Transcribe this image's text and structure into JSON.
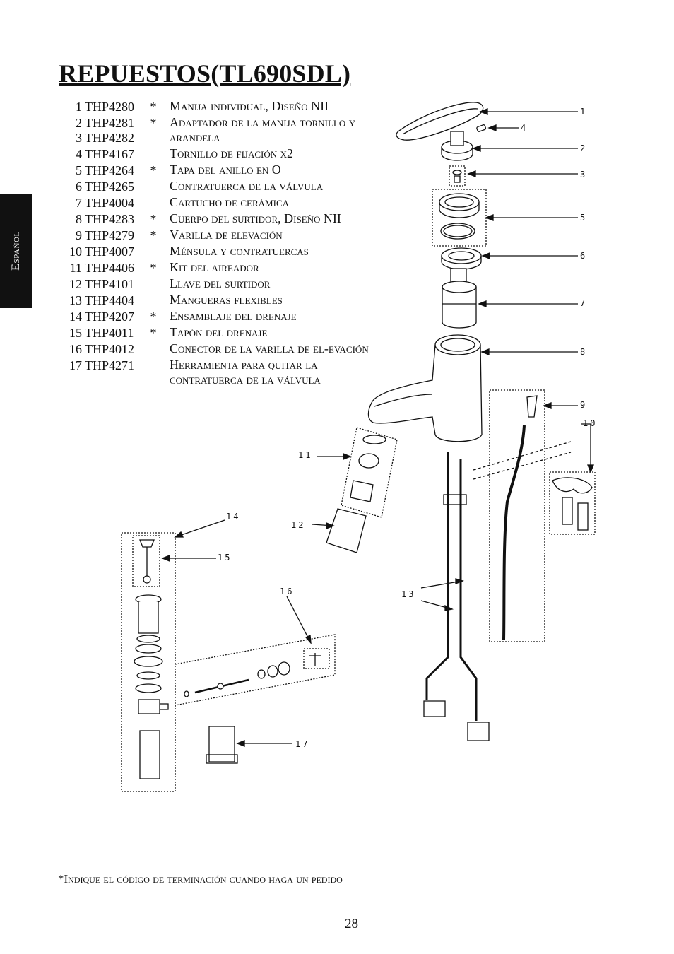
{
  "title": "REPUESTOS(TL690SDL)",
  "side_tab": "Español",
  "parts": [
    {
      "num": "1",
      "code": "THP4280",
      "star": "*",
      "desc": "Manija individual, Diseño NII"
    },
    {
      "num": "2",
      "code": "THP4281",
      "star": "*",
      "desc": "Adaptador de la manija tornillo y arandela"
    },
    {
      "num": "3",
      "code": "THP4282",
      "star": "",
      "desc": ""
    },
    {
      "num": "4",
      "code": "THP4167",
      "star": "",
      "desc": "Tornillo de fijación x2"
    },
    {
      "num": "5",
      "code": "THP4264",
      "star": "*",
      "desc": "Tapa del anillo en O"
    },
    {
      "num": "6",
      "code": "THP4265",
      "star": "",
      "desc": "Contratuerca de la válvula"
    },
    {
      "num": "7",
      "code": "THP4004",
      "star": "",
      "desc": "Cartucho de cerámica"
    },
    {
      "num": "8",
      "code": "THP4283",
      "star": "*",
      "desc": "Cuerpo del surtidor, Diseño NII"
    },
    {
      "num": "9",
      "code": "THP4279",
      "star": "*",
      "desc": "Varilla de elevación"
    },
    {
      "num": "10",
      "code": "THP4007",
      "star": "",
      "desc": "Ménsula y contratuercas"
    },
    {
      "num": "11",
      "code": "THP4406",
      "star": "*",
      "desc": "Kit del aireador"
    },
    {
      "num": "12",
      "code": "THP4101",
      "star": "",
      "desc": "Llave del surtidor"
    },
    {
      "num": "13",
      "code": "THP4404",
      "star": "",
      "desc": "Mangueras flexibles"
    },
    {
      "num": "14",
      "code": "THP4207",
      "star": "*",
      "desc": "Ensamblaje del drenaje"
    },
    {
      "num": "15",
      "code": "THP4011",
      "star": "*",
      "desc": "Tapón del drenaje"
    },
    {
      "num": "16",
      "code": "THP4012",
      "star": "",
      "desc": "Conector de la varilla de el-evación"
    },
    {
      "num": "17",
      "code": "THP4271",
      "star": "",
      "desc": "Herramienta para quitar la contratuerca de la válvula"
    }
  ],
  "callouts": [
    "1",
    "4",
    "2",
    "3",
    "5",
    "6",
    "7",
    "8",
    "9",
    "10",
    "11",
    "12",
    "13",
    "14",
    "15",
    "16",
    "17"
  ],
  "footnote": "*Indique el código de terminación cuando haga un pedido",
  "page_number": "28"
}
